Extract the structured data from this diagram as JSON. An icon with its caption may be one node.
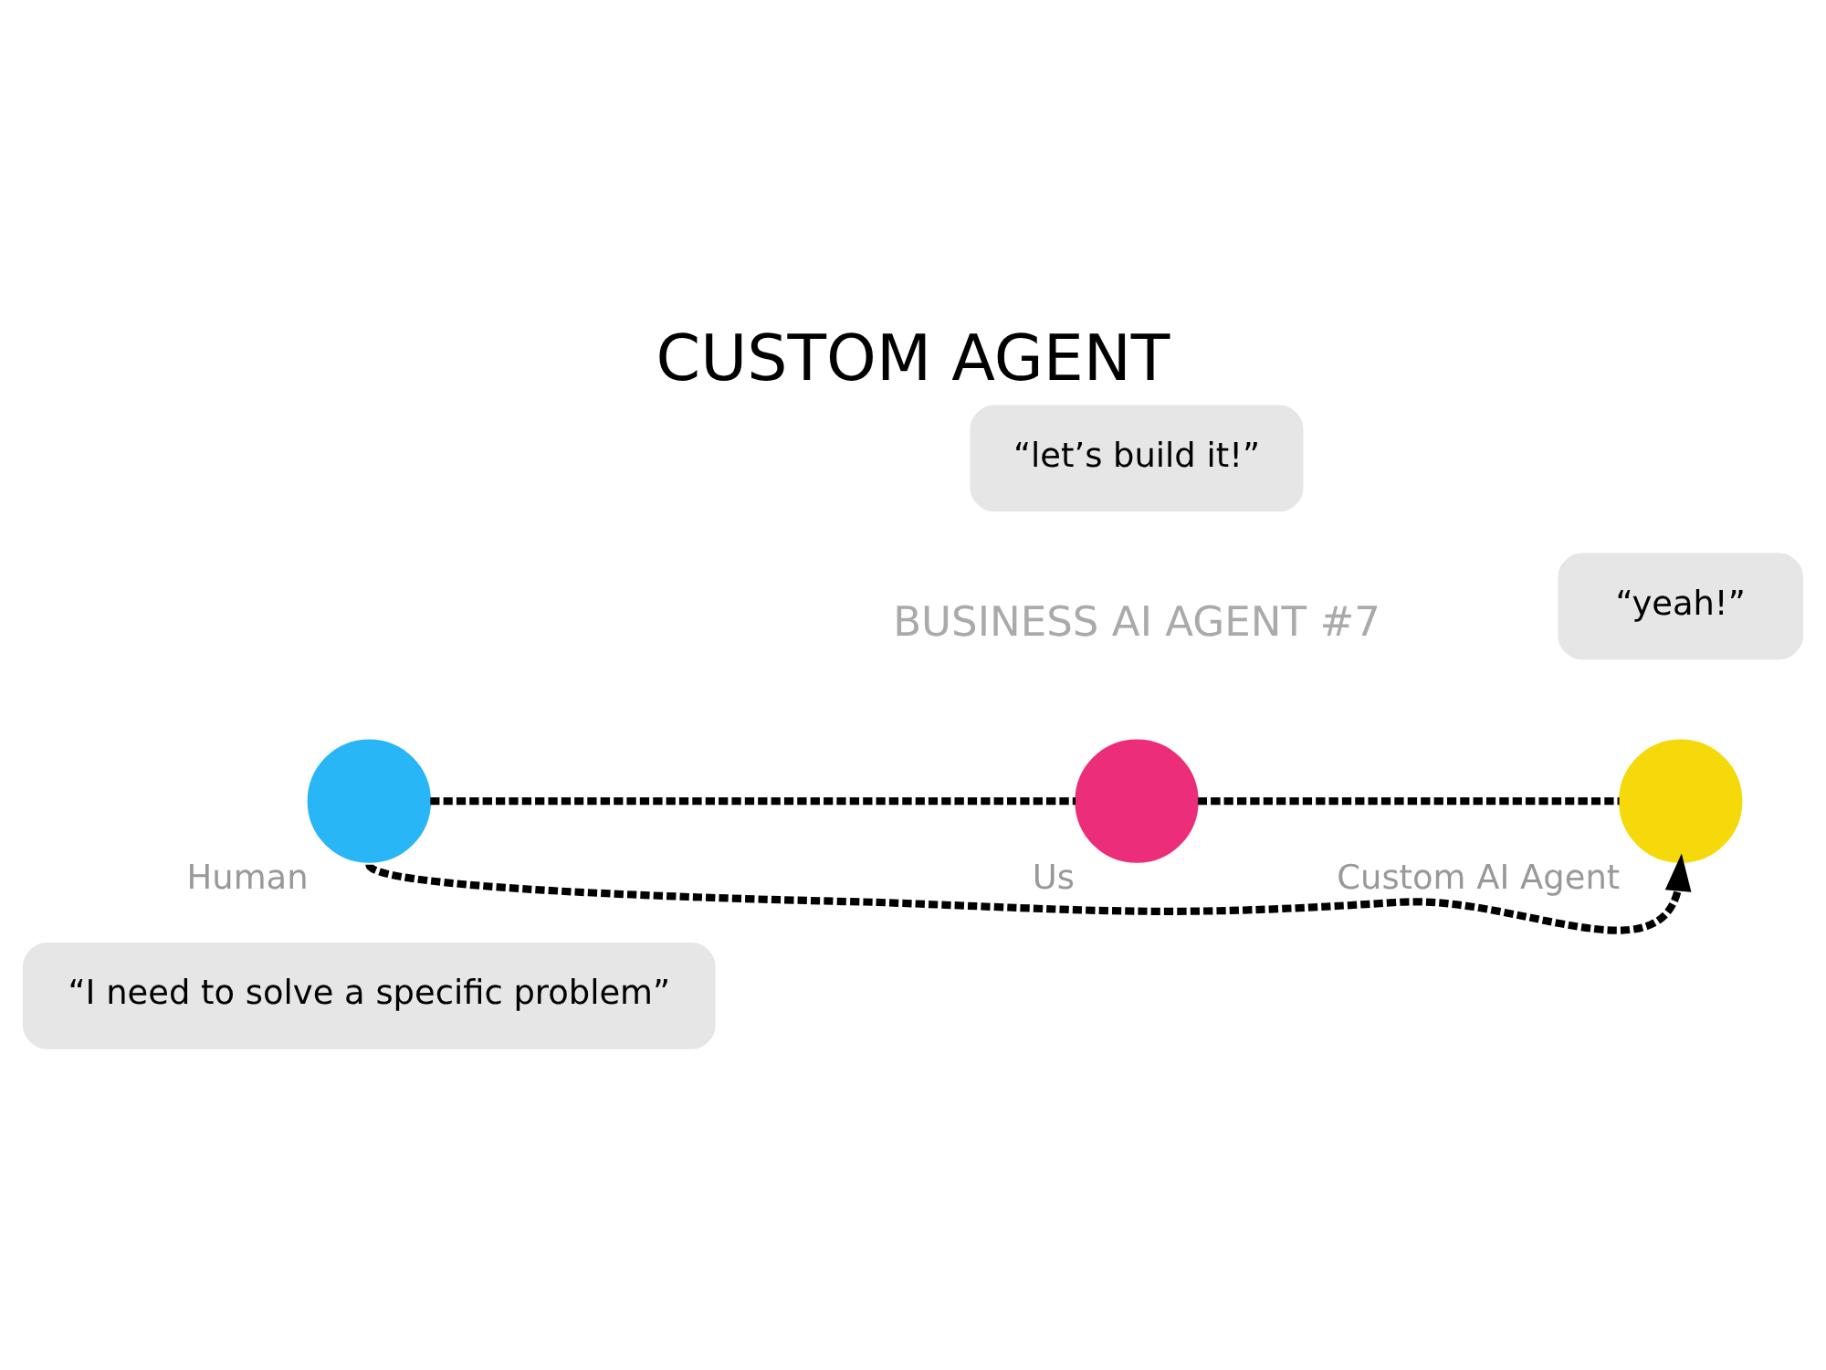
{
  "diagram": {
    "title": "CUSTOM AGENT",
    "nodes": [
      {
        "text": [
          "“I need to solve a specific problem”"
        ]
      },
      {
        "text": [
          "“let’s build it!”"
        ]
      },
      {
        "text": [],
        "shape": "circle",
        "beside": [
          "Us"
        ]
      },
      {
        "text": [
          "“yeah!”"
        ]
      },
      {
        "text": [],
        "shape": "circle",
        "beside": [
          "Human"
        ]
      },
      {
        "text": [],
        "shape": "circle",
        "beside": [
          "Custom AI Agent"
        ]
      }
    ],
    "edges": [
      {
        "from": 4,
        "to": 2,
        "arrow": "none",
        "style": "dashed"
      },
      {
        "from": 2,
        "to": 5,
        "arrow": "none",
        "style": "dashed"
      },
      {
        "from": 4,
        "to": 5,
        "arrow": "to",
        "style": "dashed"
      }
    ],
    "labels": [
      "BUSINESS AI AGENT #7"
    ]
  }
}
